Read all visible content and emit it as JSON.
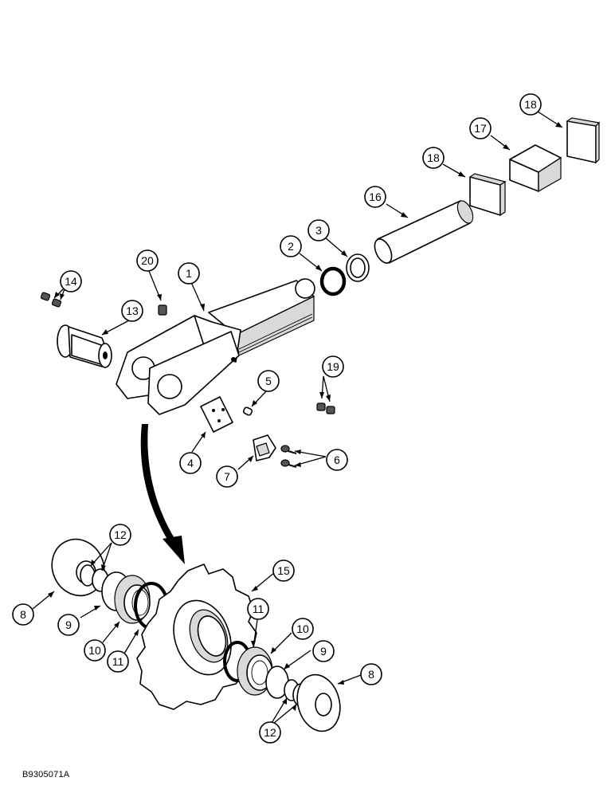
{
  "figure_code": "B9305071A",
  "callouts": {
    "c1": "1",
    "c2": "2",
    "c3": "3",
    "c4": "4",
    "c5": "5",
    "c6": "6",
    "c7": "7",
    "c8a": "8",
    "c8b": "8",
    "c9a": "9",
    "c9b": "9",
    "c10a": "10",
    "c10b": "10",
    "c11a": "11",
    "c11b": "11",
    "c12a": "12",
    "c12b": "12",
    "c13": "13",
    "c14": "14",
    "c15": "15",
    "c16": "16",
    "c17": "17",
    "c18a": "18",
    "c18b": "18",
    "c19": "19",
    "c20": "20"
  }
}
